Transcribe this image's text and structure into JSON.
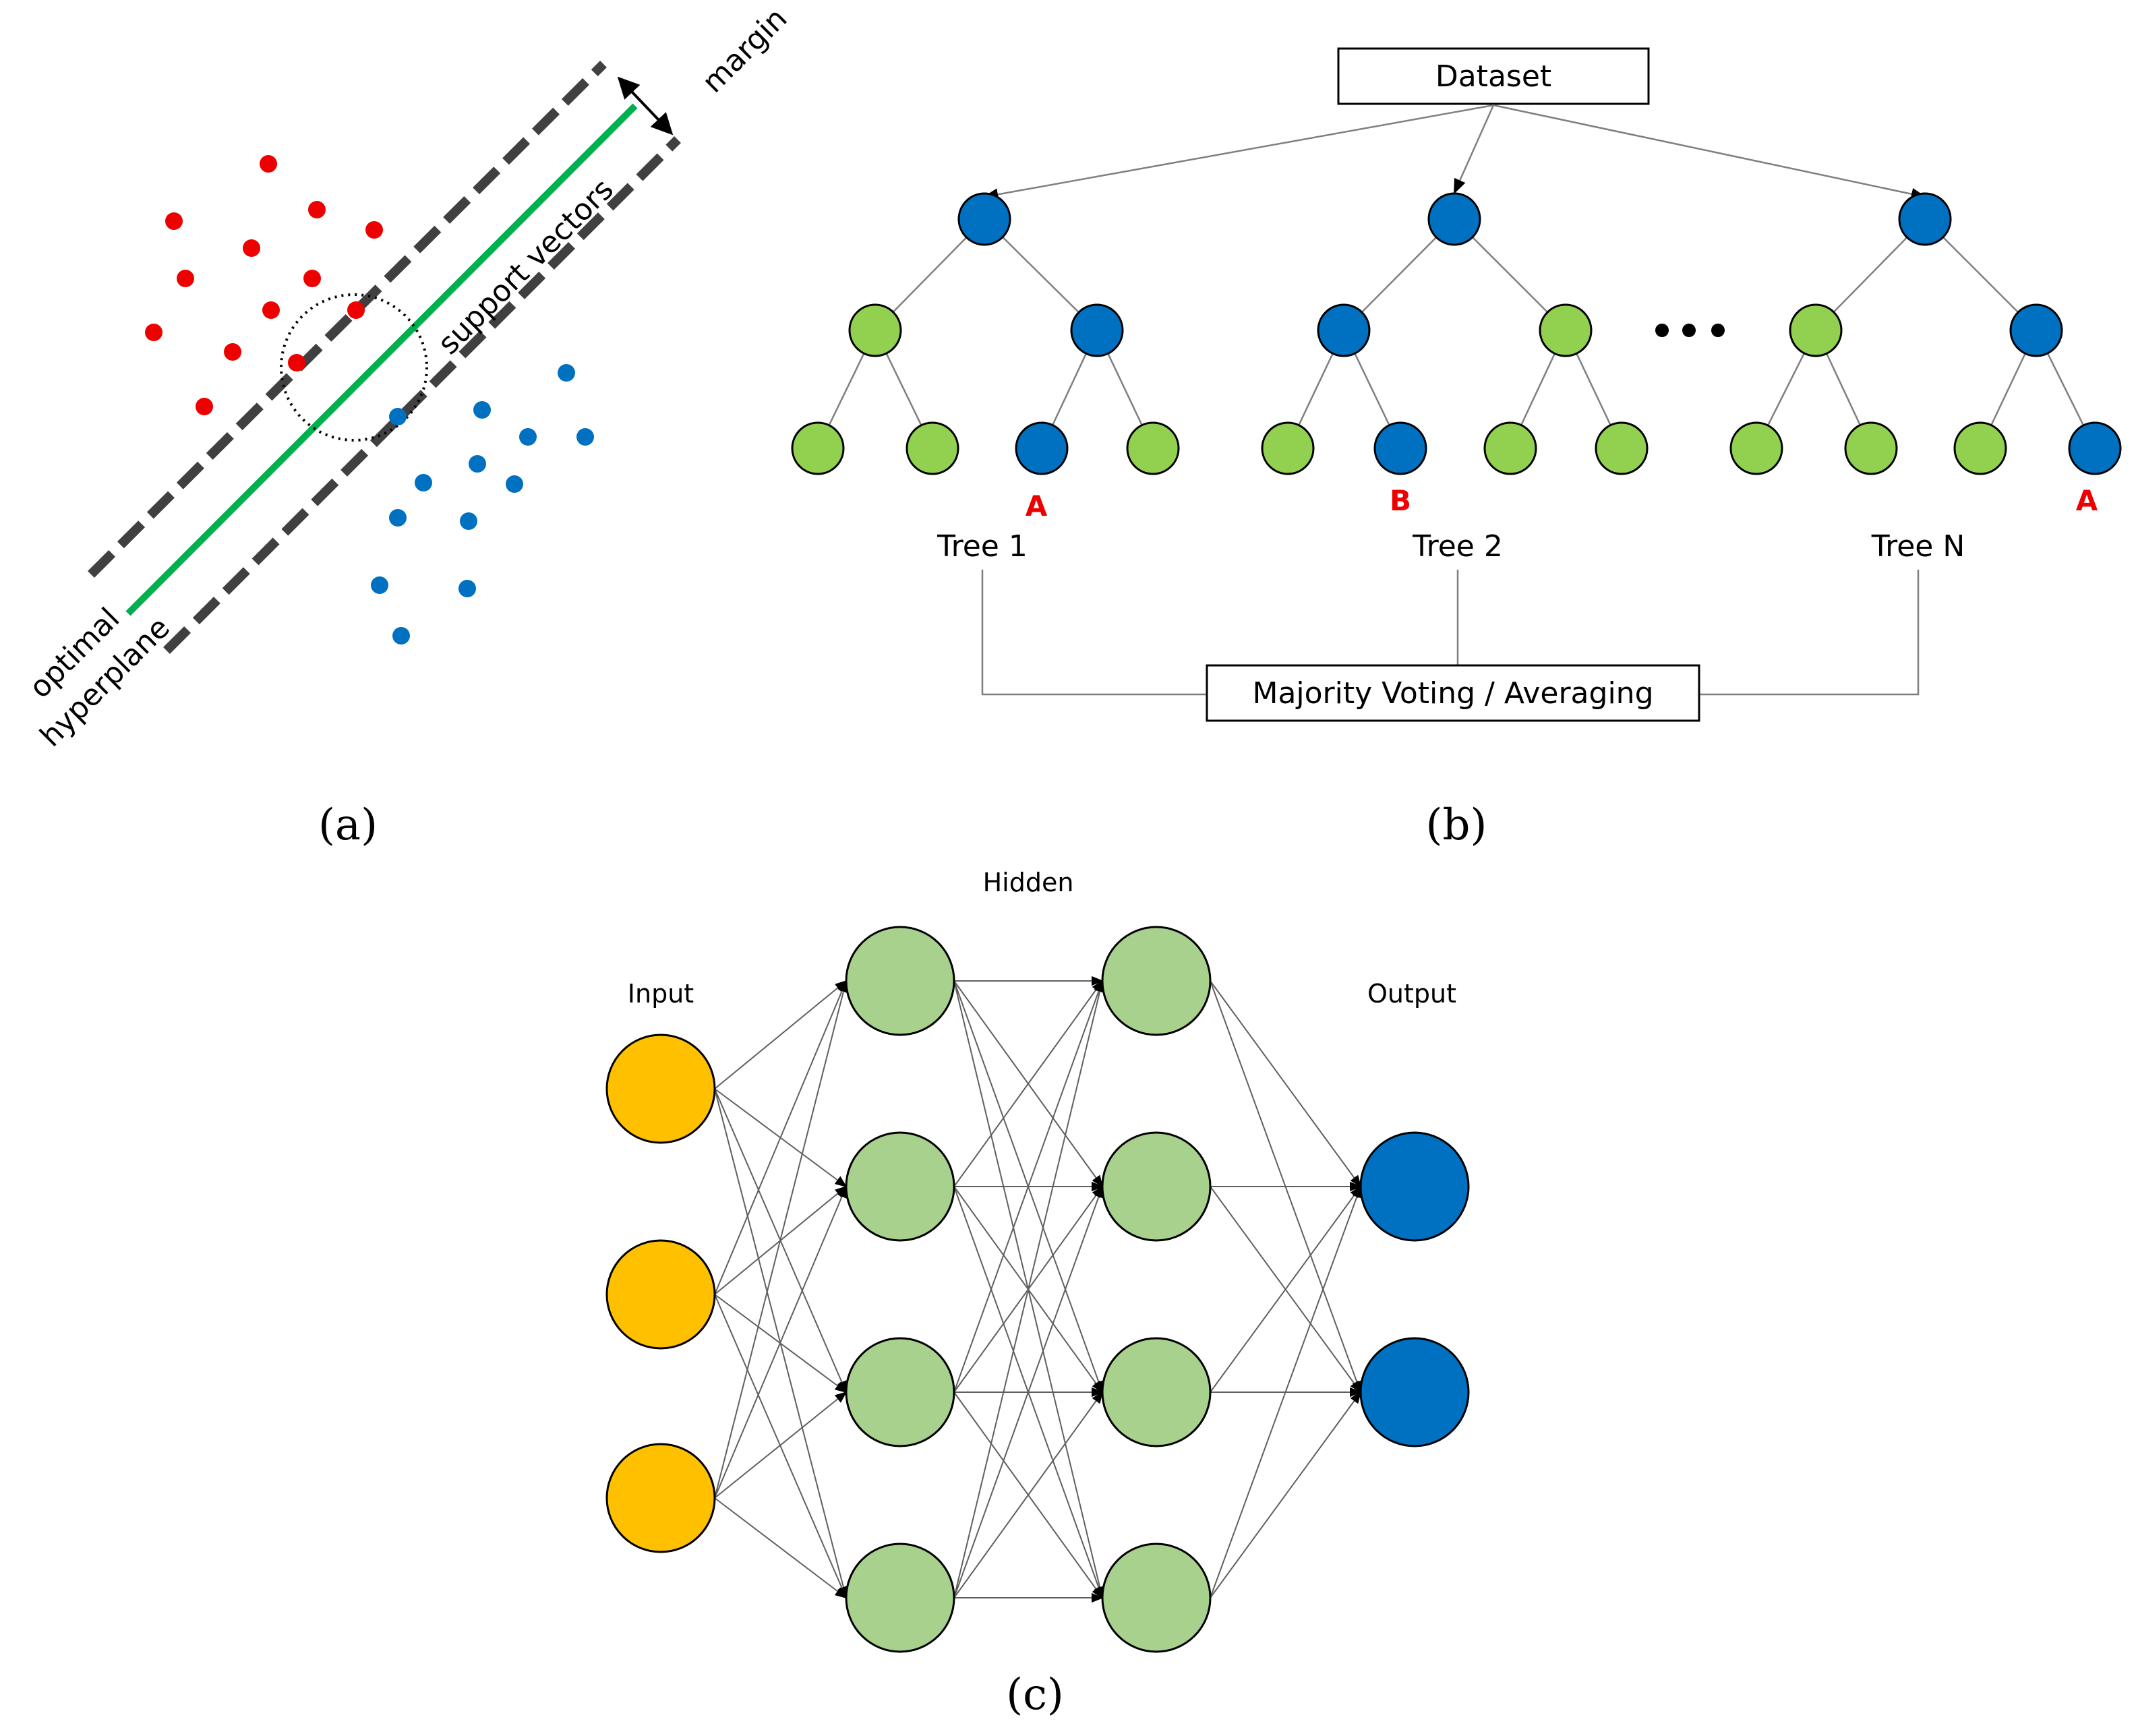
{
  "colors": {
    "red": "#ee0000",
    "blue": "#0070c0",
    "green_line": "#00b050",
    "tree_green": "#92d050",
    "tree_blue": "#0070c0",
    "input": "#ffc000",
    "hidden": "#a9d18e",
    "output": "#0070c0",
    "dash": "#404040",
    "edge": "#7f7f7f"
  },
  "panel_a": {
    "caption": "(a)",
    "margin_label": "margin",
    "support_label": "support vectors",
    "hyperplane_label_1": "optimal",
    "hyperplane_label_2": "hyperplane"
  },
  "panel_b": {
    "caption": "(b)",
    "dataset_label": "Dataset",
    "voting_label": "Majority Voting / Averaging",
    "ellipsis": "•••",
    "trees": [
      {
        "name": "Tree 1",
        "prediction": "A"
      },
      {
        "name": "Tree 2",
        "prediction": "B"
      },
      {
        "name": "Tree N",
        "prediction": "A"
      }
    ]
  },
  "panel_c": {
    "caption": "(c)",
    "input_label": "Input",
    "hidden_label": "Hidden",
    "output_label": "Output"
  }
}
